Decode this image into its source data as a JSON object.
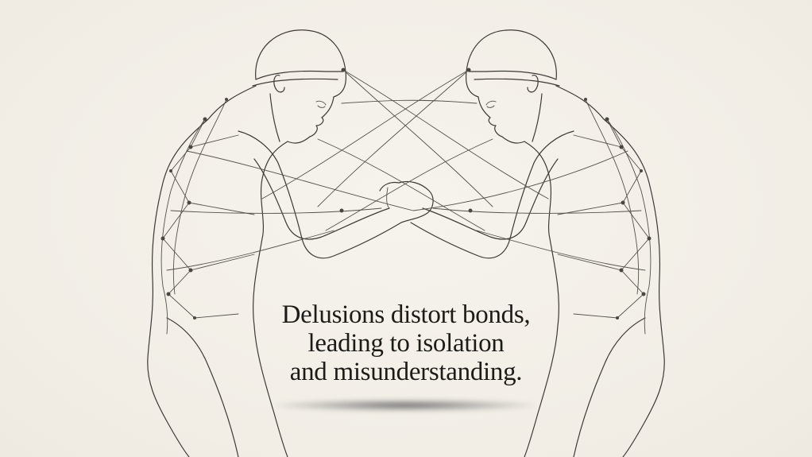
{
  "illustration": {
    "subject": "two-figures-bound-by-strings",
    "description_icon": "line-drawing",
    "background_color": "#f4f1ea",
    "line_color": "#3d3a36"
  },
  "caption": {
    "lines": [
      "Delusions distort bonds,",
      "leading to isolation",
      "and misunderstanding."
    ],
    "color": "#1d1b18"
  }
}
